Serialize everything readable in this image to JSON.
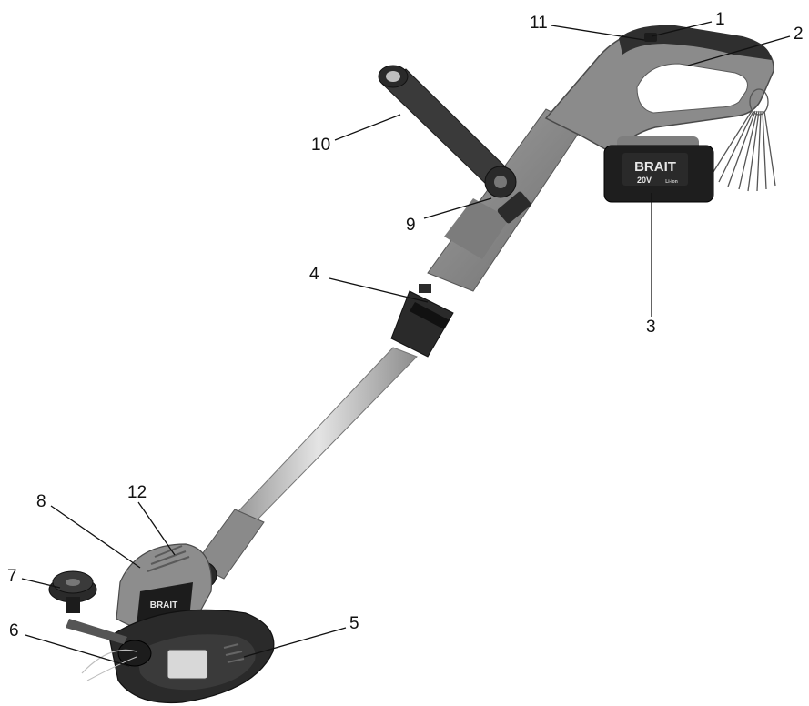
{
  "figure": {
    "callouts": [
      {
        "number": "1"
      },
      {
        "number": "2"
      },
      {
        "number": "3"
      },
      {
        "number": "4"
      },
      {
        "number": "5"
      },
      {
        "number": "6"
      },
      {
        "number": "7"
      },
      {
        "number": "8"
      },
      {
        "number": "9"
      },
      {
        "number": "10"
      },
      {
        "number": "11"
      },
      {
        "number": "12"
      }
    ],
    "brand": "BRAIT",
    "battery_voltage": "20V",
    "battery_chem": "Li-ion",
    "colors": {
      "body_grey": "#8a8a8a",
      "dark_grey": "#3a3a3a",
      "black": "#1c1c1c",
      "shaft_light": "#c9c9c9",
      "line": "#111111"
    }
  }
}
